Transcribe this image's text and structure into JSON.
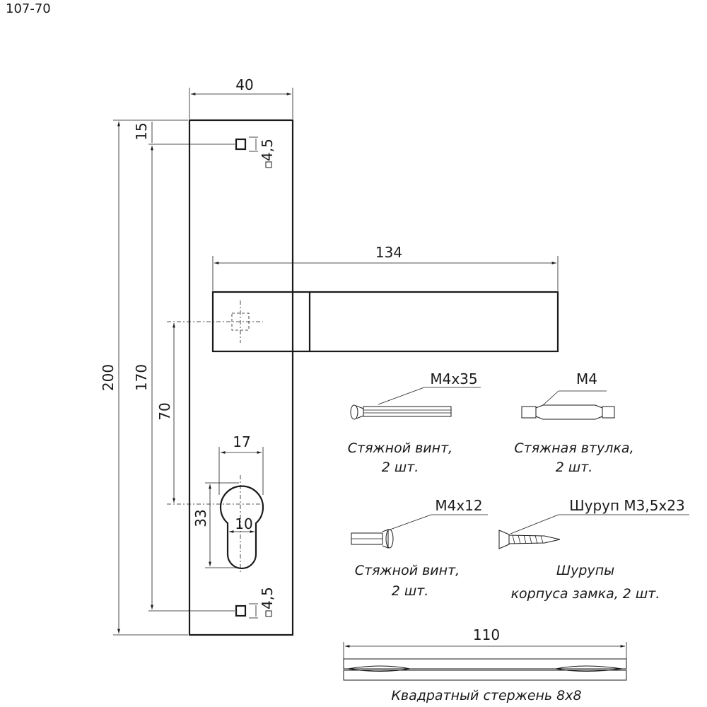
{
  "title": "107-70",
  "dimensions": {
    "plate_width": "40",
    "top_offset": "15",
    "hole_size_top": "4,5",
    "hole_size_bottom": "4,5",
    "handle_length": "134",
    "plate_height": "200",
    "holes_distance": "170",
    "handle_to_cylinder": "70",
    "cylinder_width": "17",
    "cylinder_height": "33",
    "cylinder_slot": "10",
    "spindle_length": "110"
  },
  "parts": {
    "screw_long": {
      "spec": "M4x35",
      "label_line1": "Стяжной винт,",
      "label_line2": "2 шт."
    },
    "sleeve": {
      "spec": "M4",
      "label_line1": "Стяжная втулка,",
      "label_line2": "2 шт."
    },
    "screw_short": {
      "spec": "M4x12",
      "label_line1": "Стяжной винт,",
      "label_line2": "2 шт."
    },
    "wood_screw": {
      "spec": "Шуруп M3,5x23",
      "label_line1": "Шурупы",
      "label_line2": "корпуса замка, 2 шт."
    },
    "spindle": {
      "label": "Квадратный стержень 8x8"
    }
  },
  "colors": {
    "ink": "#1a1a1a",
    "background": "#ffffff"
  }
}
